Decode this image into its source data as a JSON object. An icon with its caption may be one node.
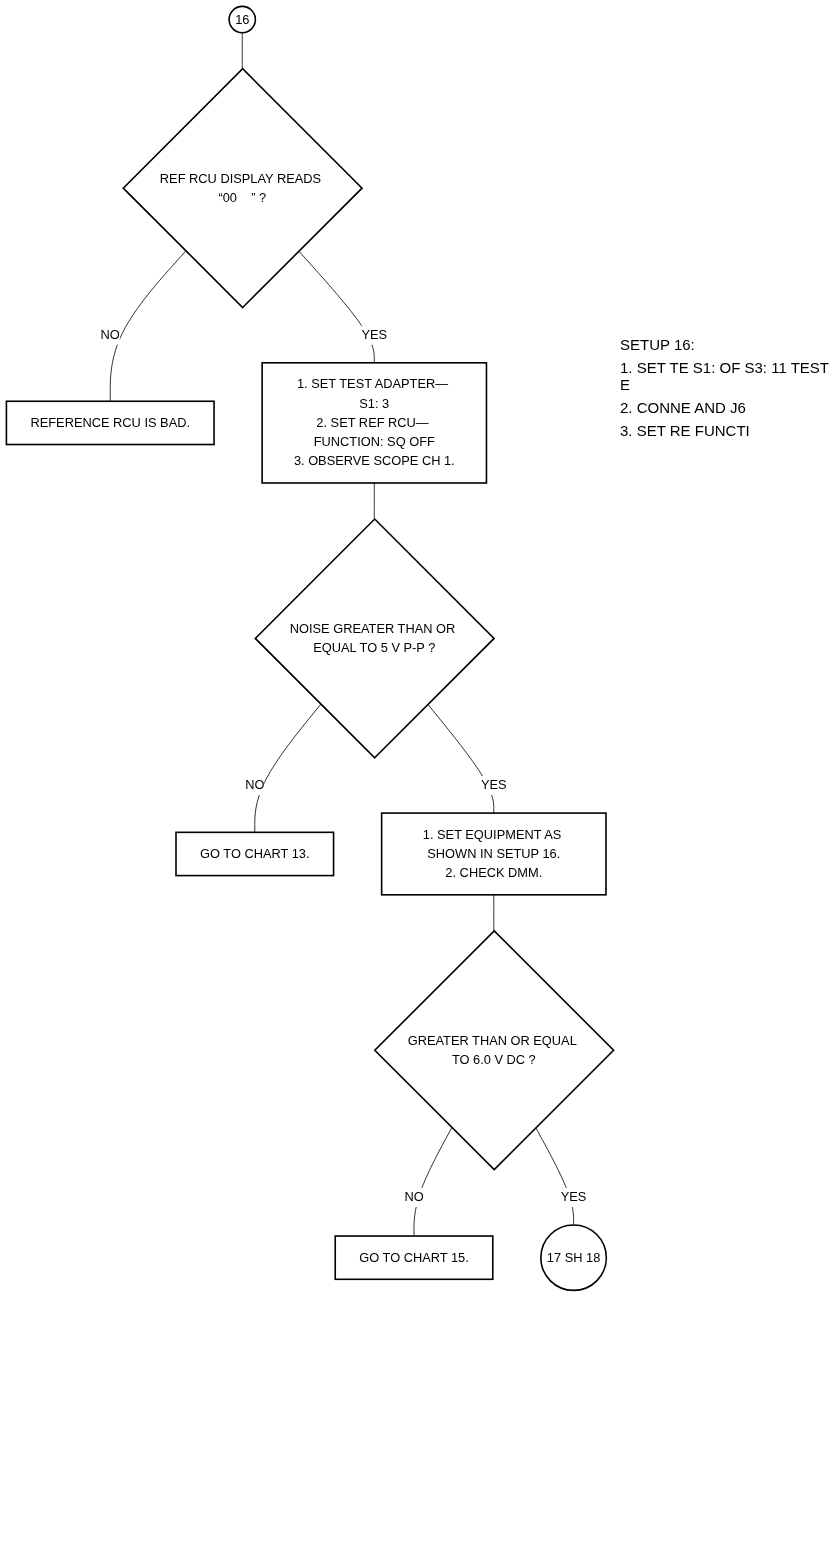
{
  "diagram": {
    "nodes": [
      {
        "text": [
          "16"
        ]
      },
      {
        "text": [
          "REF RCU DISPLAY READS “00    ” ?"
        ]
      },
      {
        "text": [
          "REFERENCE RCU IS BAD."
        ]
      },
      {
        "text": [
          "1. SET TEST ADAPTER— S1: 3",
          "2. SET REF RCU— FUNCTION: SQ OFF",
          "3. OBSERVE SCOPE CH 1."
        ]
      },
      {
        "text": [
          "NOISE GREATER THAN OR EQUAL TO 5 V P-P ?"
        ]
      },
      {
        "text": [
          "GO TO CHART 13."
        ]
      },
      {
        "text": [
          "1. SET EQUIPMENT AS SHOWN IN SETUP 16.",
          "2. CHECK DMM."
        ]
      },
      {
        "text": [
          "GREATER THAN OR EQUAL TO 6.0 V DC ?"
        ]
      },
      {
        "text": [
          "GO TO CHART 15."
        ]
      },
      {
        "text": [
          "17 SH 18"
        ]
      }
    ],
    "edges": [
      {
        "from": 0,
        "to": 1,
        "arrow": "none"
      },
      {
        "from": 1,
        "to": 2,
        "arrow": "none",
        "label": "NO"
      },
      {
        "from": 1,
        "to": 3,
        "arrow": "none",
        "label": "YES"
      },
      {
        "from": 3,
        "to": 4,
        "arrow": "none"
      },
      {
        "from": 4,
        "to": 5,
        "arrow": "none",
        "label": "NO"
      },
      {
        "from": 4,
        "to": 6,
        "arrow": "none",
        "label": "YES"
      },
      {
        "from": 6,
        "to": 7,
        "arrow": "none"
      },
      {
        "from": 7,
        "to": 8,
        "arrow": "none",
        "label": "NO"
      },
      {
        "from": 7,
        "to": 9,
        "arrow": "none",
        "label": "YES"
      }
    ],
    "labels": [
      "SETUP 16:",
      "1. SET TE S1: OF S3: 11 TEST E",
      "2. CONNE AND J6",
      "3. SET RE FUNCTI"
    ]
  }
}
